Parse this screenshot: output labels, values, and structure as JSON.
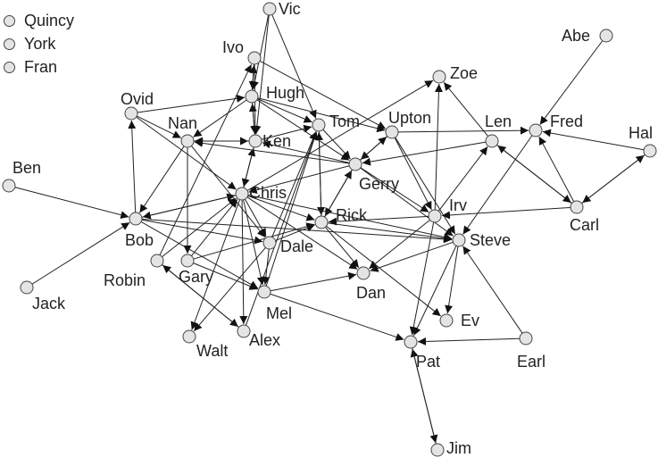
{
  "legend": [
    "Quincy",
    "York",
    "Fran"
  ],
  "nodes": [
    "Vic",
    "Abe",
    "Ivo",
    "Zoe",
    "Hugh",
    "Ovid",
    "Tom",
    "Upton",
    "Len",
    "Fred",
    "Hal",
    "Nan",
    "Ken",
    "Gerry",
    "Ben",
    "Chris",
    "Rick",
    "Irv",
    "Carl",
    "Bob",
    "Steve",
    "Dale",
    "Gary",
    "Robin",
    "Dan",
    "Mel",
    "Jack",
    "Ev",
    "Walt",
    "Alex",
    "Pat",
    "Earl",
    "Jim"
  ],
  "edges": [
    [
      "Ovid",
      "Hugh"
    ],
    [
      "Ovid",
      "Nan"
    ],
    [
      "Bob",
      "Ovid"
    ],
    [
      "Ovid",
      "Chris"
    ],
    [
      "Nan",
      "Ken"
    ],
    [
      "Ken",
      "Nan"
    ],
    [
      "Hugh",
      "Nan"
    ],
    [
      "Nan",
      "Bob"
    ],
    [
      "Nan",
      "Gary"
    ],
    [
      "Nan",
      "Dale"
    ],
    [
      "Robin",
      "Ivo"
    ],
    [
      "Ivo",
      "Hugh"
    ],
    [
      "Hugh",
      "Ivo"
    ],
    [
      "Ivo",
      "Ken"
    ],
    [
      "Vic",
      "Hugh"
    ],
    [
      "Vic",
      "Ken"
    ],
    [
      "Vic",
      "Tom"
    ],
    [
      "Ivo",
      "Upton"
    ],
    [
      "Hugh",
      "Upton"
    ],
    [
      "Hugh",
      "Tom"
    ],
    [
      "Hugh",
      "Gerry"
    ],
    [
      "Ken",
      "Hugh"
    ],
    [
      "Hugh",
      "Ken"
    ],
    [
      "Chris",
      "Ken"
    ],
    [
      "Gerry",
      "Ken"
    ],
    [
      "Gerry",
      "Nan"
    ],
    [
      "Ken",
      "Tom"
    ],
    [
      "Tom",
      "Rick"
    ],
    [
      "Rick",
      "Tom"
    ],
    [
      "Tom",
      "Gerry"
    ],
    [
      "Mel",
      "Tom"
    ],
    [
      "Alex",
      "Tom"
    ],
    [
      "Dale",
      "Tom"
    ],
    [
      "Upton",
      "Gerry"
    ],
    [
      "Gerry",
      "Upton"
    ],
    [
      "Len",
      "Gerry"
    ],
    [
      "Upton",
      "Fred"
    ],
    [
      "Chris",
      "Zoe"
    ],
    [
      "Upton",
      "Irv"
    ],
    [
      "Irv",
      "Zoe"
    ],
    [
      "Len",
      "Zoe"
    ],
    [
      "Irv",
      "Len"
    ],
    [
      "Carl",
      "Len"
    ],
    [
      "Len",
      "Carl"
    ],
    [
      "Abe",
      "Fred"
    ],
    [
      "Hal",
      "Fred"
    ],
    [
      "Carl",
      "Fred"
    ],
    [
      "Carl",
      "Hal"
    ],
    [
      "Hal",
      "Carl"
    ],
    [
      "Carl",
      "Irv"
    ],
    [
      "Fred",
      "Steve"
    ],
    [
      "Gerry",
      "Irv"
    ],
    [
      "Gerry",
      "Steve"
    ],
    [
      "Rick",
      "Steve"
    ],
    [
      "Irv",
      "Dan"
    ],
    [
      "Steve",
      "Dan"
    ],
    [
      "Steve",
      "Pat"
    ],
    [
      "Irv",
      "Pat"
    ],
    [
      "Steve",
      "Ev"
    ],
    [
      "Earl",
      "Pat"
    ],
    [
      "Earl",
      "Steve"
    ],
    [
      "Jim",
      "Pat"
    ],
    [
      "Pat",
      "Jim"
    ],
    [
      "Rick",
      "Dan"
    ],
    [
      "Chris",
      "Dan"
    ],
    [
      "Rick",
      "Ev"
    ],
    [
      "Mel",
      "Pat"
    ],
    [
      "Mel",
      "Dan"
    ],
    [
      "Dale",
      "Rick"
    ],
    [
      "Gary",
      "Rick"
    ],
    [
      "Chris",
      "Rick"
    ],
    [
      "Chris",
      "Dale"
    ],
    [
      "Bob",
      "Dale"
    ],
    [
      "Bob",
      "Chris"
    ],
    [
      "Chris",
      "Bob"
    ],
    [
      "Ben",
      "Bob"
    ],
    [
      "Jack",
      "Bob"
    ],
    [
      "Robin",
      "Chris"
    ],
    [
      "Gary",
      "Chris"
    ],
    [
      "Chris",
      "Walt"
    ],
    [
      "Chris",
      "Alex"
    ],
    [
      "Chris",
      "Mel"
    ],
    [
      "Bob",
      "Mel"
    ],
    [
      "Robin",
      "Alex"
    ],
    [
      "Alex",
      "Robin"
    ],
    [
      "Gary",
      "Mel"
    ],
    [
      "Dale",
      "Walt"
    ],
    [
      "Dale",
      "Mel"
    ],
    [
      "Rick",
      "Gerry"
    ],
    [
      "Gerry",
      "Rick"
    ],
    [
      "Gerry",
      "Chris"
    ],
    [
      "Irv",
      "Rick"
    ],
    [
      "Bob",
      "Steve"
    ],
    [
      "Chris",
      "Steve"
    ],
    [
      "Ken",
      "Chris"
    ],
    [
      "Upton",
      "Steve"
    ]
  ],
  "colors": {
    "node_fill": "#e4e4e4",
    "node_stroke": "#444444",
    "edge": "#222222"
  }
}
